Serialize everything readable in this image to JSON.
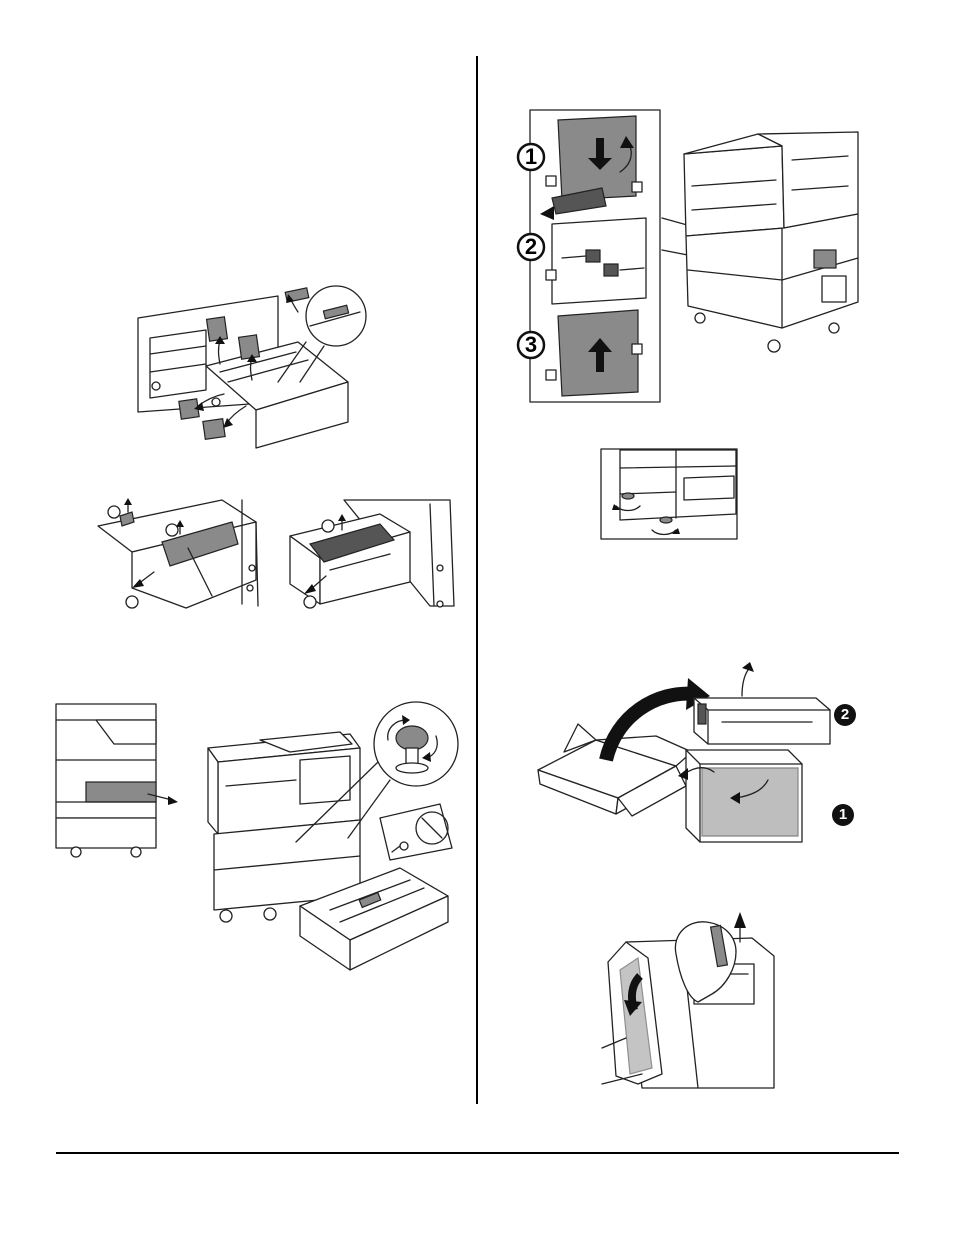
{
  "callouts": {
    "panel_step_1": "1",
    "panel_step_2": "2",
    "panel_step_3": "3",
    "box_item_1": "1",
    "box_item_2": "2"
  },
  "colors": {
    "line": "#222222",
    "shade": "#8a8a8a",
    "rule": "#000000"
  }
}
